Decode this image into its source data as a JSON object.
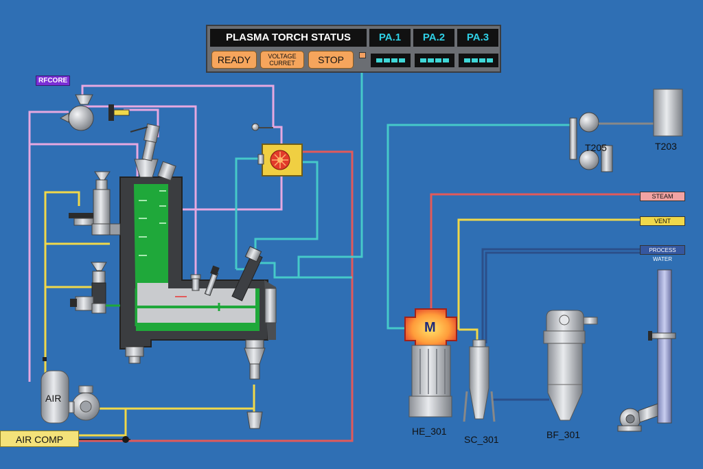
{
  "status_panel": {
    "title": "PLASMA TORCH STATUS",
    "channels": [
      "PA.1",
      "PA.2",
      "PA.3"
    ],
    "buttons": {
      "ready": "READY",
      "voltage_line1": "VOLTAGE",
      "voltage_line2": "CURRET",
      "stop": "STOP"
    }
  },
  "labels": {
    "rfcore": "RFCORE",
    "air": "AIR",
    "air_comp": "AIR COMP",
    "t205": "T205",
    "t203": "T203",
    "he_301": "HE_301",
    "sc_301": "SC_301",
    "bf_301": "BF_301",
    "motor": "M"
  },
  "outlets": {
    "steam": "STEAM",
    "vent": "VENT",
    "process_water": "PROCESS WATER"
  },
  "colors": {
    "background": "#2f6fb4",
    "pipe_pink": "#e6a8e0",
    "pipe_yellow": "#f0d84a",
    "pipe_red": "#e25a5a",
    "pipe_cyan": "#46c9c9",
    "slag_green": "#1fa83a",
    "button_orange": "#f6a55c",
    "display_cyan": "#3fd7d7"
  }
}
